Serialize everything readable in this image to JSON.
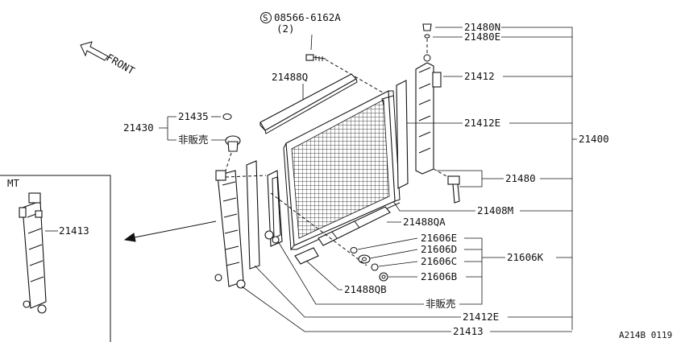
{
  "diagram": {
    "code": "A214B 0119",
    "front_label": "FRONT",
    "bolt_part": "08566-6162A",
    "bolt_symbol": "S",
    "bolt_qty": "(2)",
    "mt_label": "MT",
    "not_for_sale": "非販売",
    "parts": {
      "p21480N": "21480N",
      "p21480E": "21480E",
      "p21412": "21412",
      "p21412E_top": "21412E",
      "p21400": "21400",
      "p21480": "21480",
      "p21408M": "21408M",
      "p21488Q": "21488Q",
      "p21488QA": "21488QA",
      "p21435": "21435",
      "p21430": "21430",
      "p21413_mt": "21413",
      "p21606E": "21606E",
      "p21606D": "21606D",
      "p21606C": "21606C",
      "p21606B": "21606B",
      "p21606K": "21606K",
      "p21488QB": "21488QB",
      "p21412E_bottom": "21412E",
      "p21413_bottom": "21413"
    }
  }
}
